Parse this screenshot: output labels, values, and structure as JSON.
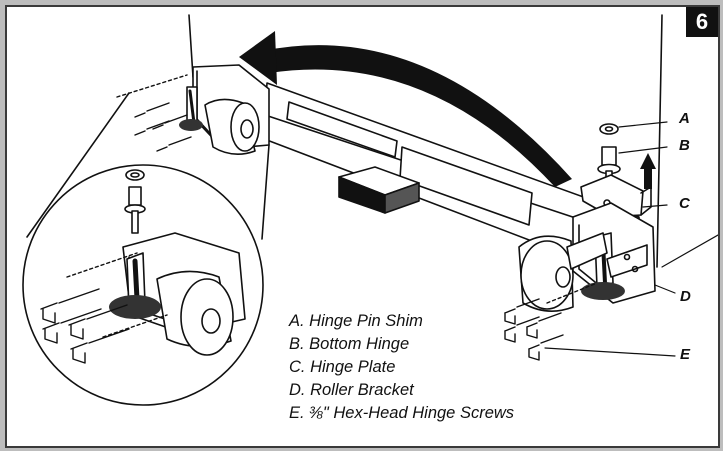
{
  "step_number": "6",
  "callouts": [
    "A",
    "B",
    "C",
    "D",
    "E"
  ],
  "legend": [
    "A. Hinge Pin Shim",
    "B. Bottom Hinge",
    "C. Hinge Plate",
    "D. Roller Bracket",
    "E. ⅜\" Hex-Head Hinge Screws"
  ],
  "colors": {
    "ink": "#111111",
    "border": "#3a3a3a",
    "background": "#bdbdbd"
  }
}
